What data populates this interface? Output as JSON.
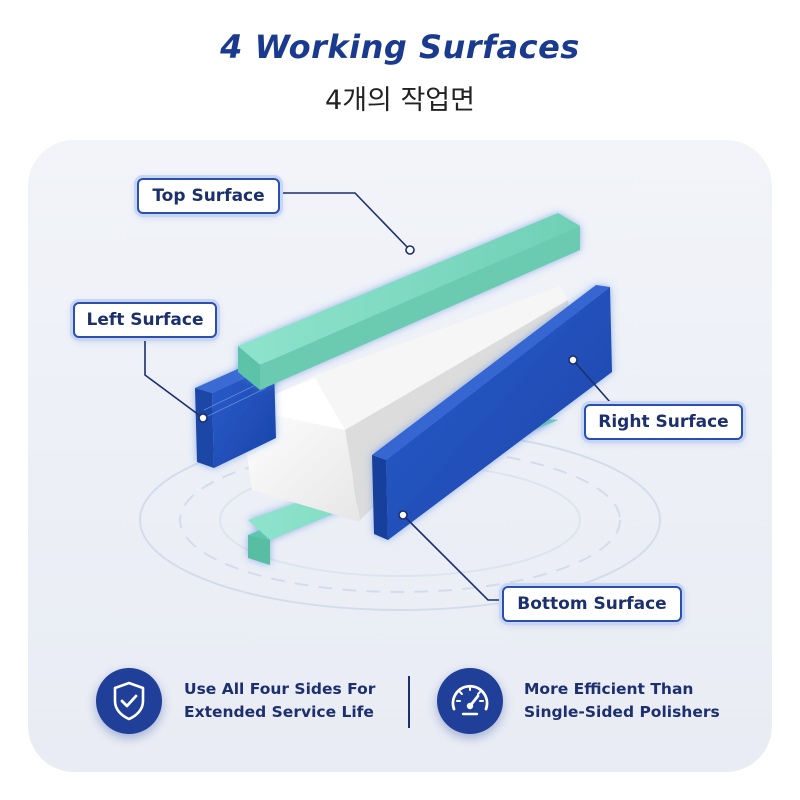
{
  "header": {
    "title": "4 Working Surfaces",
    "subtitle": "4개의 작업면"
  },
  "labels": {
    "top": "Top Surface",
    "left": "Left Surface",
    "right": "Right Surface",
    "bottom": "Bottom Surface"
  },
  "features": [
    {
      "icon": "shield-check-icon",
      "line1": "Use All Four Sides For",
      "line2": "Extended Service Life"
    },
    {
      "icon": "speedometer-icon",
      "line1": "More Efficient Than",
      "line2": "Single-Sided Polishers"
    }
  ],
  "colors": {
    "accent_blue": "#1f3f99",
    "surface_blue": "#2150b8",
    "surface_green": "#7ed8c0",
    "core_white": "#f4f4f4"
  }
}
